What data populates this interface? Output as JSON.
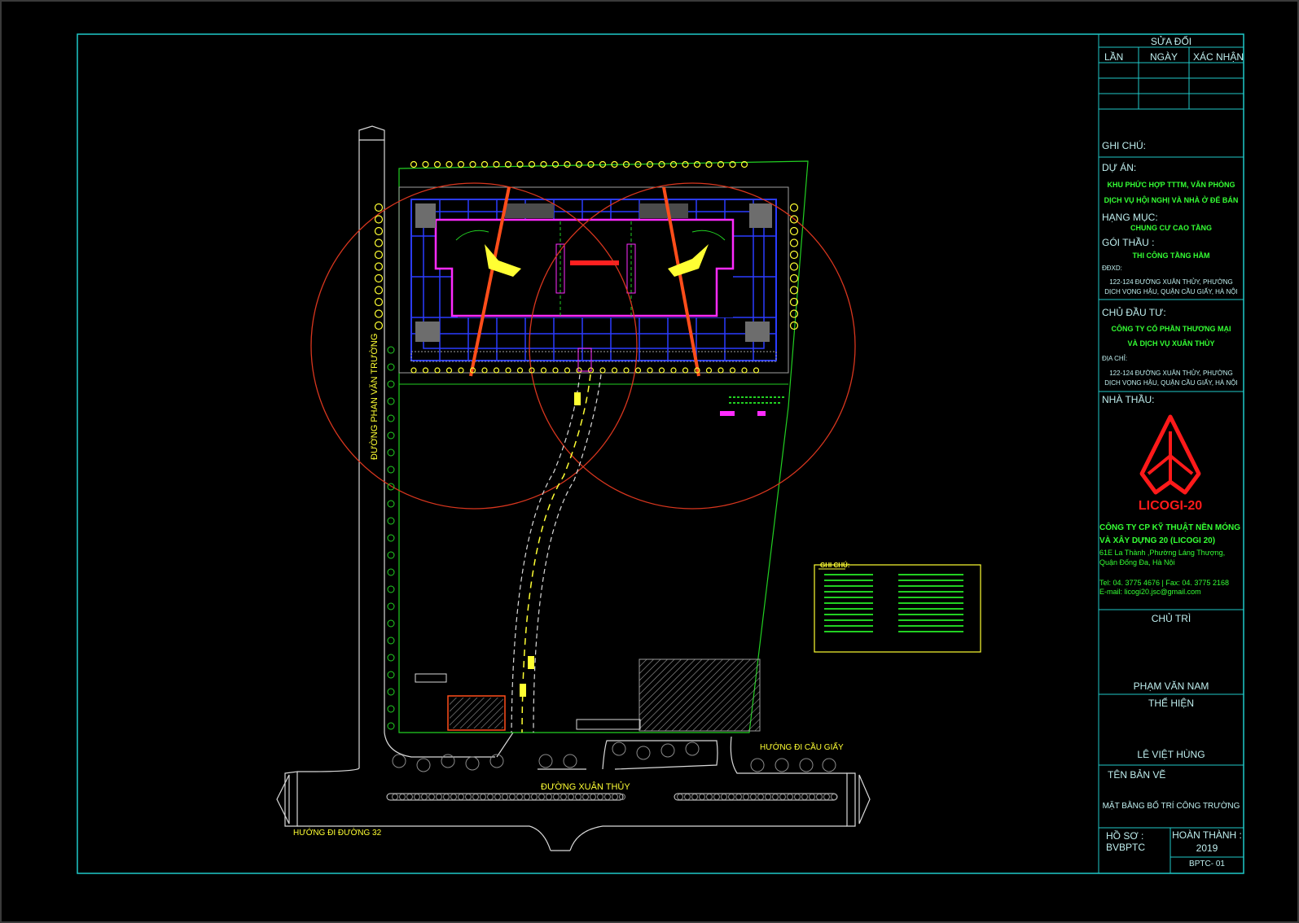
{
  "colors": {
    "background": "#000000",
    "border": "#1fc9c9",
    "road": "#d9d9d9",
    "site_boundary": "#22d022",
    "structure_blue": "#2b3cff",
    "structure_magenta": "#ff2bff",
    "crane": "#ff4d1a",
    "crane_radius": "#d8361e",
    "marker": "#ffff33",
    "title_green": "#34ff34",
    "logo_red": "#ff1a1a"
  },
  "title_block": {
    "revision": {
      "title": "SỬA ĐỔI",
      "col_lan": "LẦN",
      "col_ngay": "NGÀY",
      "col_xacnhan": "XÁC NHẬN"
    },
    "ghi_chu": "GHI CHÚ:",
    "du_an_label": "DỰ ÁN:",
    "du_an_line1": "KHU PHỨC HỢP TTTM, VĂN PHÒNG",
    "du_an_line2": "DỊCH VỤ HỘI NGHỊ VÀ NHÀ Ở ĐỂ BÁN",
    "hang_muc_label": "HẠNG MỤC:",
    "hang_muc_value": "CHUNG CƯ CAO TẦNG",
    "goi_thau_label": "GÓI THẦU :",
    "goi_thau_value": "THI CÔNG TẦNG HẦM",
    "ddxd_label": "ĐĐXD:",
    "ddxd_line1": "122-124 ĐƯỜNG XUÂN THỦY, PHƯỜNG",
    "ddxd_line2": "DỊCH VỌNG HẬU, QUẬN CẦU GIẤY, HÀ NỘI",
    "chu_dau_tu_label": "CHỦ ĐẦU TƯ:",
    "chu_dau_tu_line1": "CÔNG TY CỔ PHẦN THƯƠNG MẠI",
    "chu_dau_tu_line2": "VÀ DỊCH VỤ XUÂN THỦY",
    "dia_chi_label": "ĐỊA CHỈ:",
    "dia_chi_line1": "122-124 ĐƯỜNG XUÂN THỦY, PHƯỜNG",
    "dia_chi_line2": "DỊCH VỌNG HẬU, QUẬN CẦU GIẤY, HÀ NỘI",
    "nha_thau_label": "NHÀ THẦU:",
    "logo_text": "LICOGI-20",
    "company_line1": "CÔNG TY CP KỸ THUẬT NỀN MÓNG",
    "company_line2": "VÀ XÂY DỰNG 20 (LICOGI 20)",
    "company_addr1": "61E La Thành ,Phường Láng Thượng,",
    "company_addr2": "Quận Đống Đa, Hà Nội",
    "company_tel": "Tel: 04. 3775 4676 | Fax: 04. 3775 2168",
    "company_email": "E-mail: licogi20.jsc@gmail.com",
    "chu_tri_label": "CHỦ TRÌ",
    "chu_tri_name": "PHẠM VĂN NAM",
    "the_hien_label": "THỂ HIỆN",
    "the_hien_name": "LÊ VIỆT HÙNG",
    "ten_ban_ve_label": "TÊN BẢN VẼ",
    "ten_ban_ve_value": "MẶT BẰNG BỐ TRÍ CÔNG TRƯỜNG",
    "ho_so_label": "HỒ SƠ :",
    "ho_so_value": "BVBPTC",
    "hoan_thanh_label": "HOÀN THÀNH :",
    "hoan_thanh_value": "2019",
    "drawing_no": "BPTC- 01"
  },
  "site": {
    "road_left": "ĐƯỜNG PHAN VĂN TRƯỜNG",
    "road_bottom": "ĐƯỜNG XUÂN THỦY",
    "dir_left": "HƯỚNG ĐI ĐƯỜNG 32",
    "dir_right": "HƯỚNG ĐI CẦU GIẤY",
    "legend_title": "GHI CHÚ:"
  }
}
